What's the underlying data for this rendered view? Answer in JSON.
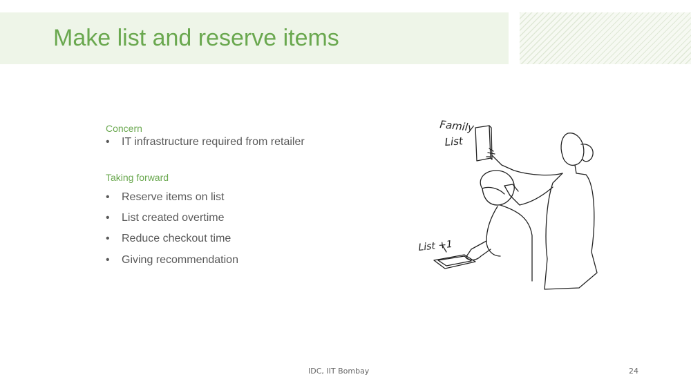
{
  "slide": {
    "title": "Make list and reserve items",
    "concern_heading": "Concern",
    "concern_items": [
      "IT infrastructure required from retailer"
    ],
    "forward_heading": "Taking forward",
    "forward_items": [
      "Reserve items on list",
      "List created overtime",
      "Reduce checkout time",
      "Giving recommendation"
    ],
    "bullet_symbol": "•"
  },
  "illustration": {
    "wall_label_line1": "Family",
    "wall_label_line2": "List",
    "tablet_label": "List +1"
  },
  "footer": {
    "org": "IDC, IIT Bombay",
    "page_number": "24"
  },
  "colors": {
    "accent": "#6aa84f",
    "title_band": "#eef5e8",
    "body_text": "#595959"
  }
}
